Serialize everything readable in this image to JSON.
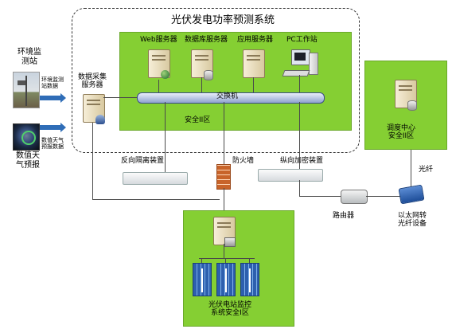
{
  "diagram": {
    "title": "光伏发电功率预测系统",
    "zone_security_ii": "安全II区",
    "servers": {
      "web": "Web服务器",
      "database": "数据库服务器",
      "application": "应用服务器",
      "pc": "PC工作站"
    },
    "switch_label": "交换机",
    "data_collection_server": "数据采集\n服务器",
    "env_station": "环境监\n测站",
    "env_data": "环境监测\n站数据",
    "nwp_data": "数值天气\n预报数据",
    "nwp": "数值天\n气预报",
    "reverse_isolation": "反向隔离装置",
    "firewall": "防火墙",
    "vertical_encryption": "纵向加密装置",
    "router": "路由器",
    "converter": "以太网转\n光纤设备",
    "fiber": "光纤",
    "dispatch_center": "调度中心\n安全II区",
    "pv_monitoring": "光伏电站监控\n系统安全I区"
  },
  "colors": {
    "zone_green": "#85cf33",
    "bus_blue": "#3a4c88",
    "arrow_blue": "#2f6db7"
  }
}
